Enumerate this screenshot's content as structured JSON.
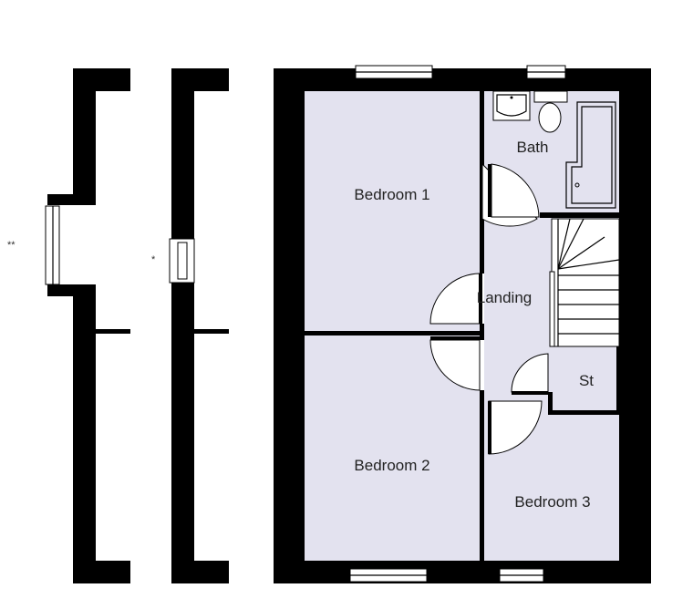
{
  "rooms": {
    "bedroom1": "Bedroom 1",
    "bedroom2": "Bedroom 2",
    "bedroom3": "Bedroom 3",
    "bath": "Bath",
    "landing": "Landing",
    "storage": "St"
  },
  "markers": {
    "double": "**",
    "single": "*"
  },
  "colors": {
    "room_fill": "#e3e2ef",
    "wall": "#000000"
  }
}
